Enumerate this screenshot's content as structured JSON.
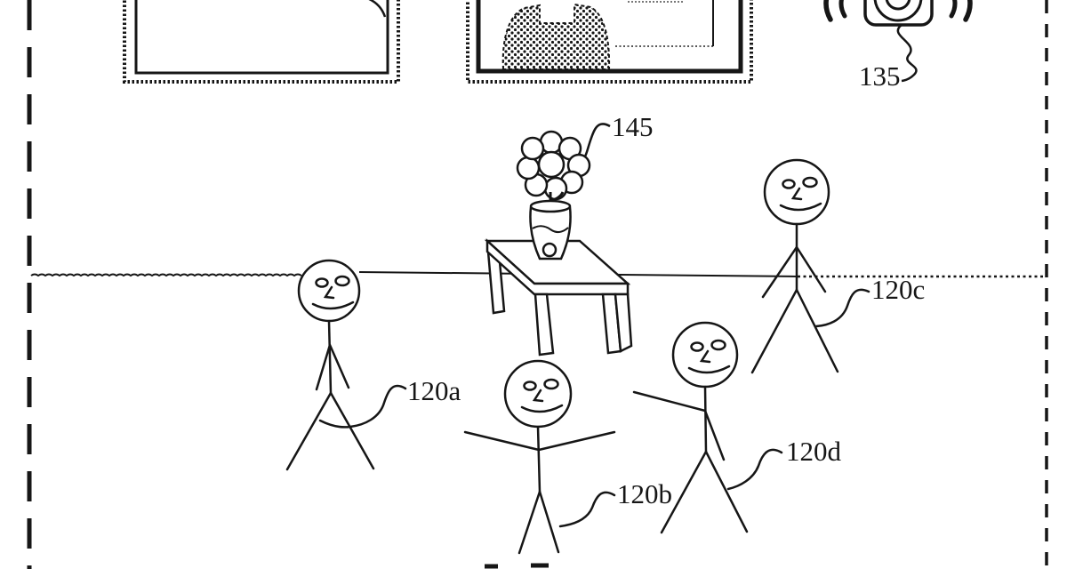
{
  "page": {
    "background_color": "#ffffff",
    "ink_color": "#161616",
    "description_colors": {
      "line_gray": "#555555"
    }
  },
  "figure": {
    "reference_labels": {
      "speaker": "135",
      "flower": "145",
      "person_a": "120a",
      "person_b": "120b",
      "person_c": "120c",
      "person_d": "120d"
    }
  }
}
